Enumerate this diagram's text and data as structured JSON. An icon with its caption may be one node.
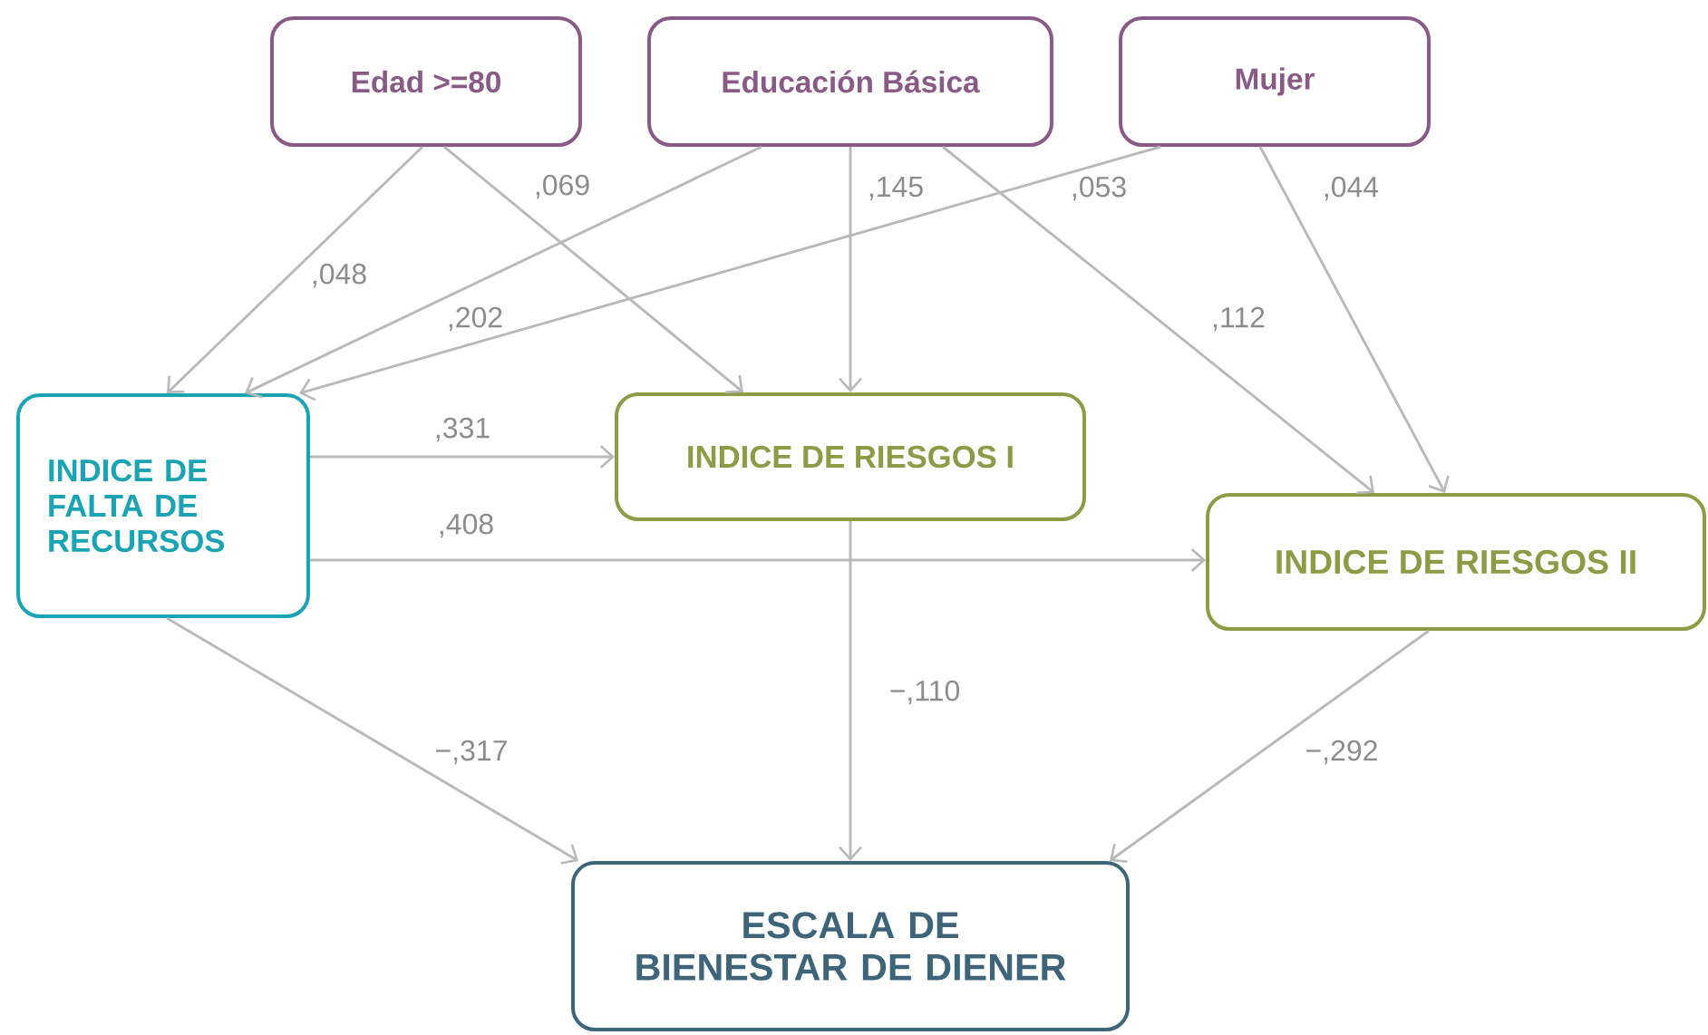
{
  "diagram": {
    "nodes": [
      {
        "text": [
          "Edad >=80"
        ]
      },
      {
        "text": [
          "Educación Básica"
        ]
      },
      {
        "text": [
          "Mujer"
        ]
      },
      {
        "text": [
          "INDICE DE FALTA DE RECURSOS"
        ]
      },
      {
        "text": [
          "INDICE DE RIESGOS I"
        ]
      },
      {
        "text": [
          "INDICE DE RIESGOS II"
        ]
      },
      {
        "text": [
          "ESCALA DE BIENESTAR DE DIENER"
        ]
      }
    ],
    "edges": [
      {
        "from": 0,
        "to": 3,
        "arrow": "to",
        "label": ",048"
      },
      {
        "from": 0,
        "to": 4,
        "arrow": "to",
        "label": ",069"
      },
      {
        "from": 1,
        "to": 3,
        "arrow": "to",
        "label": ",202"
      },
      {
        "from": 1,
        "to": 4,
        "arrow": "to",
        "label": ",145"
      },
      {
        "from": 1,
        "to": 5,
        "arrow": "to",
        "label": ",112"
      },
      {
        "from": 2,
        "to": 3,
        "arrow": "to",
        "label": ",053"
      },
      {
        "from": 2,
        "to": 5,
        "arrow": "to",
        "label": ",044"
      },
      {
        "from": 3,
        "to": 4,
        "arrow": "to",
        "label": ",331"
      },
      {
        "from": 3,
        "to": 5,
        "arrow": "to",
        "label": ",408"
      },
      {
        "from": 3,
        "to": 6,
        "arrow": "to",
        "label": "−,317"
      },
      {
        "from": 4,
        "to": 6,
        "arrow": "to",
        "label": "−,110"
      },
      {
        "from": 5,
        "to": 6,
        "arrow": "to",
        "label": "−,292"
      }
    ]
  }
}
